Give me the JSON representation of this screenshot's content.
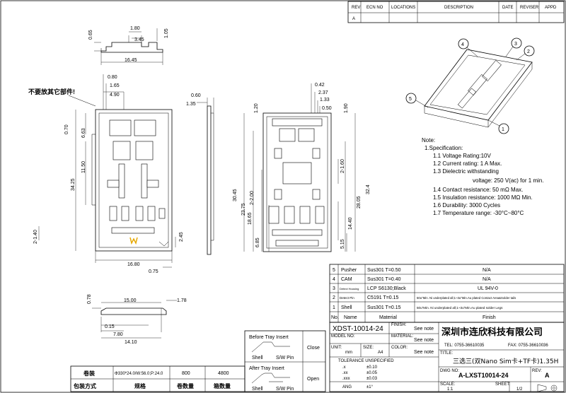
{
  "revision_table": {
    "headers": [
      "REV",
      "ECN NO",
      "LOCATIONS",
      "DESCRIPTION",
      "DATE",
      "REVISER",
      "APPD"
    ],
    "rows": [
      [
        "A",
        "",
        "",
        "",
        "",
        "",
        ""
      ]
    ]
  },
  "dimensions": {
    "side_top": [
      "0.65",
      "1.80",
      "3.45",
      "1.05",
      "16.45"
    ],
    "front_left": [
      "0.80",
      "1.65",
      "4.90",
      "0.70",
      "6.63",
      "11.50",
      "34.25",
      "2-1.40",
      "2.45",
      "16.80",
      "0.75"
    ],
    "side_mid": [
      "0.60",
      "1.35"
    ],
    "front_right": [
      "1.20",
      "0.42",
      "2.37",
      "1.33",
      "0.50",
      "1.90",
      "2-1.60",
      "32.4",
      "28.05",
      "30.45",
      "23.75",
      "2-2.00",
      "18.65",
      "14.40",
      "6.85",
      "5.15"
    ],
    "bottom_view": [
      "15.00",
      "1.78",
      "0.78",
      "0.15",
      "7.80",
      "14.10"
    ]
  },
  "warning_label": "不要放其它部件!",
  "balloons": [
    "1",
    "2",
    "3",
    "4",
    "5"
  ],
  "notes": {
    "title": "Note:",
    "heading": "1.Specification:",
    "items": [
      "1.1 Voltage Rating:10V",
      "1.2 Current rating: 1 A Max.",
      "1.3 Dielectric withstanding",
      "voltage: 250 V(ac) for 1 min.",
      "1.4 Contact resistance: 50 mΩ Max.",
      "1.5 Insulation resistance: 1000 MΩ Min.",
      "1.6 Durability: 3000 Cycles",
      "1.7 Temperature range: -30°C~80°C"
    ]
  },
  "bom": {
    "rows": [
      {
        "no": "5",
        "name": "Pusher",
        "material": "Sus301  T=0.50",
        "finish": "N/A"
      },
      {
        "no": "4",
        "name": "CAM",
        "material": "Sus301  T=0.40",
        "finish": "N/A"
      },
      {
        "no": "3",
        "name": "Detect Housing",
        "material": "LCP  S6130;Black",
        "finish": "UL  94V-0"
      },
      {
        "no": "2",
        "name": "Detect Pin",
        "material": "C5191  T=0.15",
        "finish": "50u\"Min. Ni underplated all;1~3u\"Min.Au plated Contact Area&Solder tails"
      },
      {
        "no": "1",
        "name": "Shell",
        "material": "Sus301  T=0.15",
        "finish": "50u\"Min. Ni underplated all;1~3u\"Min.Au plated solder Legs"
      }
    ],
    "header": {
      "no": "No.",
      "name": "Name",
      "material": "Material",
      "finish": "Finish"
    }
  },
  "switch_table": {
    "before": "Before Tray Insert",
    "after": "After Tray Insert",
    "close": "Close",
    "open": "Open",
    "shell": "Shell",
    "pin": "S/W Pin"
  },
  "title_block": {
    "doc_no": "XDST-10014-24",
    "see_note": "See note",
    "company_cn": "深圳市连欣科技有限公司",
    "tel": "TEL: 0755-36610035",
    "fax": "FAX: 0755-36610036",
    "title_label": "TITLE:",
    "title": "三选三(双Nano Sim卡+TF卡)1.35H",
    "model_label": "MODEL NO:",
    "material_label": "MATERIAL:",
    "finish_label": "FINISH:",
    "color_label": "COLOR:",
    "unit_label": "UNIT:",
    "unit": "mm",
    "size_label": "SIZE:",
    "size": "A4",
    "tolerance_label": "TOLERANCE  UNSPECIFIED",
    "tolerances": [
      {
        "k": ".x",
        "v": "±0.10"
      },
      {
        "k": ".xx",
        "v": "±0.05"
      },
      {
        "k": ".xxx",
        "v": "±0.03"
      },
      {
        "k": "ANG",
        "v": "±1°"
      }
    ],
    "dwg_label": "DWG NO:",
    "dwg_no": "A-LXST10014-24",
    "rev_label": "REV:",
    "rev": "A",
    "scale_label": "SCALE:",
    "scale": "1:1",
    "sheet_label": "SHEET:",
    "sheet": "1/2"
  },
  "packing": {
    "row1": [
      "卷装",
      "Φ330*24.0/W:56.0;P:24.0",
      "800",
      "4800"
    ],
    "row2": [
      "包装方式",
      "规格",
      "卷数量",
      "箱数量"
    ]
  }
}
